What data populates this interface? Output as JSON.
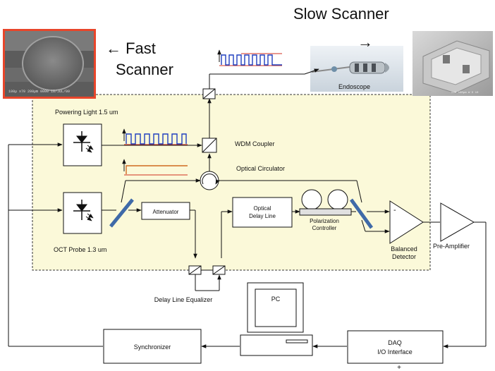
{
  "labels": {
    "slow_scanner": "Slow Scanner",
    "slow_scanner_arrow": "→",
    "fast_scanner_line1": "← Fast",
    "fast_scanner_line2": "Scanner",
    "endoscope": "Endoscope",
    "powering_light": "Powering Light 1.5 um",
    "wdm_coupler": "WDM Coupler",
    "optical_circulator": "Optical Circulator",
    "attenuator": "Attenuator",
    "optical_delay_line_1": "Optical",
    "optical_delay_line_2": "Delay Line",
    "polarization_controller_1": "Polarization",
    "polarization_controller_2": "Controller",
    "oct_probe": "OCT Probe 1.3 um",
    "balanced_detector_1": "Balanced",
    "balanced_detector_2": "Detector",
    "pre_amplifier": "Pre-Amplifier",
    "delay_line_equalizer": "Delay Line Equalizer",
    "pc": "PC",
    "synchronizer": "Synchronizer",
    "daq_1": "DAQ",
    "daq_2": "I/O Interface",
    "detector_minus": "-",
    "detector_plus": "+"
  },
  "photo_captions": {
    "fast_scanner_sem": "100µ   x70  200µm  0000  18/JUL/09",
    "slow_scanner_sem": "x40    100µm    W D 10"
  },
  "colors": {
    "accent_red": "#e8452a",
    "pulse_blue": "#1f3fbf",
    "pulse_red": "#d03020",
    "mirror_blue": "#3f6aa8",
    "panel_fill": "#fbf9d9"
  }
}
